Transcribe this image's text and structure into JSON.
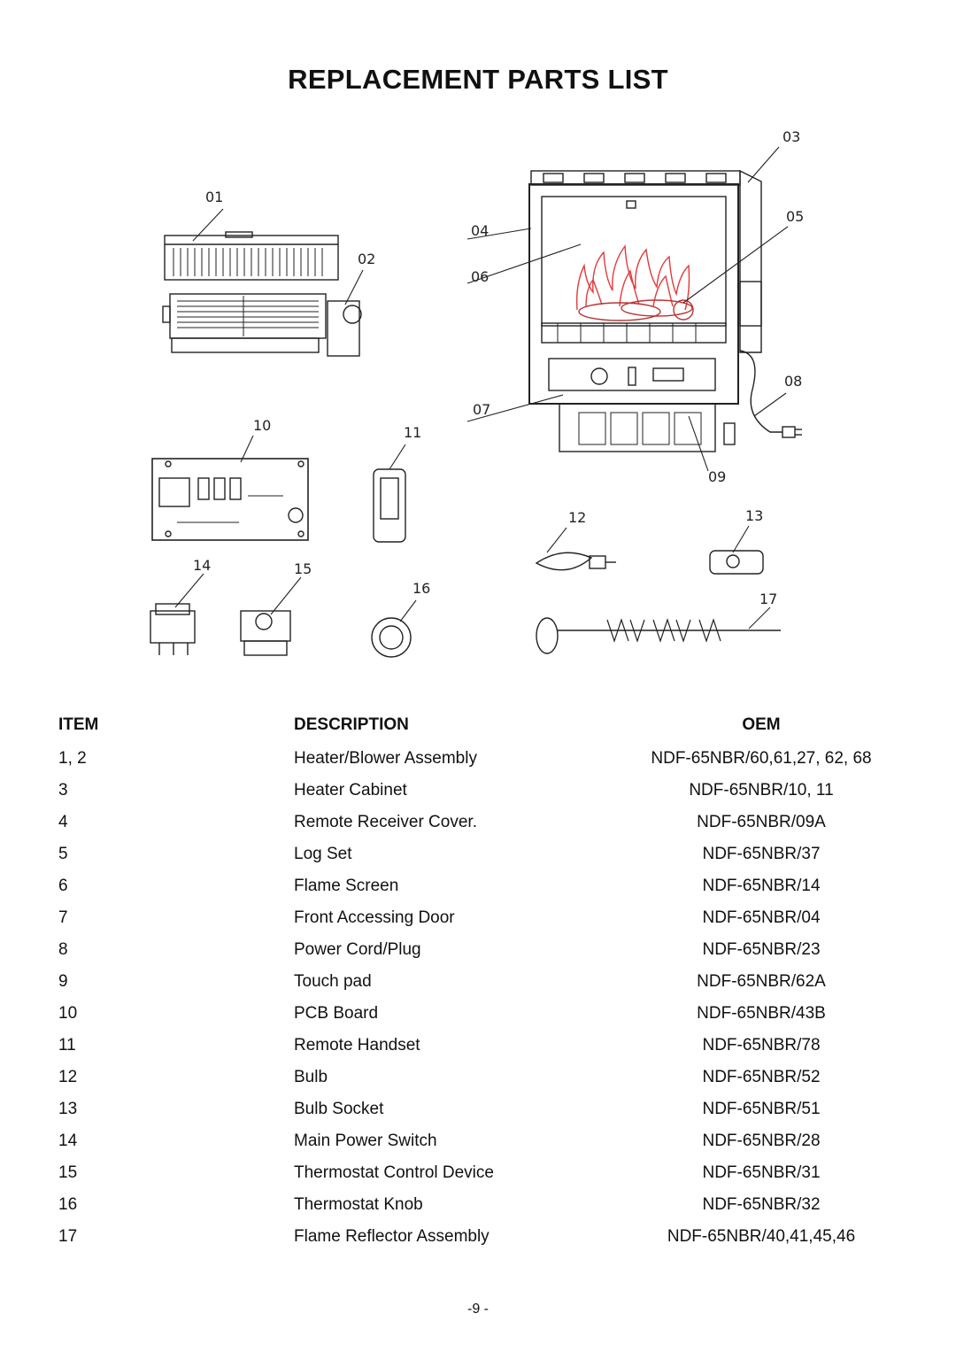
{
  "title": "REPLACEMENT PARTS LIST",
  "diagram": {
    "labels": [
      "01",
      "02",
      "03",
      "04",
      "05",
      "06",
      "07",
      "08",
      "09",
      "10",
      "11",
      "12",
      "13",
      "14",
      "15",
      "16",
      "17"
    ],
    "flame_color": "#e23a3a"
  },
  "table": {
    "headers": {
      "item": "ITEM",
      "description": "DESCRIPTION",
      "oem": "OEM"
    },
    "rows": [
      {
        "item": "1, 2",
        "description": "Heater/Blower Assembly",
        "oem": "NDF-65NBR/60,61,27, 62, 68"
      },
      {
        "item": "3",
        "description": "Heater Cabinet",
        "oem": "NDF-65NBR/10, 11"
      },
      {
        "item": "4",
        "description": "Remote Receiver Cover.",
        "oem": "NDF-65NBR/09A"
      },
      {
        "item": "5",
        "description": "Log Set",
        "oem": "NDF-65NBR/37"
      },
      {
        "item": "6",
        "description": "Flame Screen",
        "oem": "NDF-65NBR/14"
      },
      {
        "item": "7",
        "description": "Front Accessing Door",
        "oem": "NDF-65NBR/04"
      },
      {
        "item": "8",
        "description": "Power Cord/Plug",
        "oem": "NDF-65NBR/23"
      },
      {
        "item": "9",
        "description": "Touch pad",
        "oem": "NDF-65NBR/62A"
      },
      {
        "item": "10",
        "description": "PCB Board",
        "oem": "NDF-65NBR/43B"
      },
      {
        "item": "11",
        "description": "Remote Handset",
        "oem": "NDF-65NBR/78"
      },
      {
        "item": "12",
        "description": "Bulb",
        "oem": "NDF-65NBR/52"
      },
      {
        "item": "13",
        "description": "Bulb Socket",
        "oem": "NDF-65NBR/51"
      },
      {
        "item": "14",
        "description": "Main Power Switch",
        "oem": "NDF-65NBR/28"
      },
      {
        "item": "15",
        "description": "Thermostat Control Device",
        "oem": "NDF-65NBR/31"
      },
      {
        "item": "16",
        "description": "Thermostat Knob",
        "oem": "NDF-65NBR/32"
      },
      {
        "item": "17",
        "description": "Flame Reflector Assembly",
        "oem": "NDF-65NBR/40,41,45,46"
      }
    ]
  },
  "page_number": "-9 -"
}
